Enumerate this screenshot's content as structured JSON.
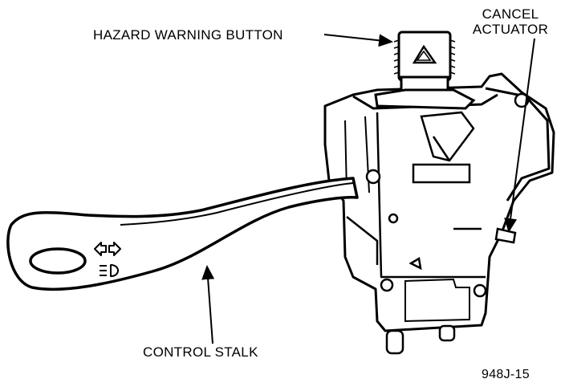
{
  "labels": {
    "hazard_warning_button": "HAZARD WARNING BUTTON",
    "cancel_line1": "CANCEL",
    "cancel_line2": "ACTUATOR",
    "control_stalk": "CONTROL STALK",
    "figure_number": "948J-15"
  },
  "colors": {
    "ink": "#000000",
    "paper": "#ffffff"
  }
}
